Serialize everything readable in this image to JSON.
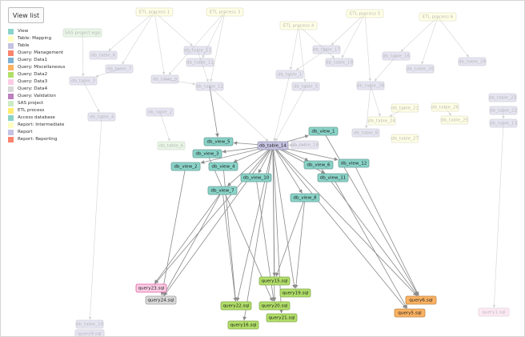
{
  "toolbar": {
    "view_list_label": "View list"
  },
  "colors": {
    "view": "#8ad3c8",
    "mapping": "#ffffc2",
    "table": "#c5c3e1",
    "management": "#fa836d",
    "data1": "#7eb0d4",
    "misc": "#fbb262",
    "data2": "#b1de68",
    "data3": "#fbcde5",
    "data4": "#d8d8d8",
    "validation": "#bb80bd",
    "sas": "#cdebc5",
    "etl": "#ffec6e",
    "access": "#8ad3c8",
    "intermediate": "#ffffc2",
    "report": "#c5c3e1",
    "reporting": "#fa836d"
  },
  "legend": [
    {
      "label": "View",
      "color": "#8ad3c8"
    },
    {
      "label": "Table: Mapping",
      "color": "#ffffc2"
    },
    {
      "label": "Table",
      "color": "#c5c3e1"
    },
    {
      "label": "Query: Management",
      "color": "#fa836d"
    },
    {
      "label": "Query: Data1",
      "color": "#7eb0d4"
    },
    {
      "label": "Query: Miscellaneous",
      "color": "#fbb262"
    },
    {
      "label": "Query: Data2",
      "color": "#b1de68"
    },
    {
      "label": "Query: Data3",
      "color": "#fbcde5"
    },
    {
      "label": "Query: Data4",
      "color": "#d8d8d8"
    },
    {
      "label": "Query: Validation",
      "color": "#bb80bd"
    },
    {
      "label": "SAS project",
      "color": "#cdebc5"
    },
    {
      "label": "ETL process",
      "color": "#ffec6e"
    },
    {
      "label": "Access database",
      "color": "#8ad3c8"
    },
    {
      "label": "Report: Intermediate",
      "color": "#ffffc2"
    },
    {
      "label": "Report",
      "color": "#c5c3e1"
    },
    {
      "label": "Report: Reporting",
      "color": "#fa836d"
    }
  ],
  "nodes": {
    "etl1": "ETL process 1",
    "etl3": "ETL process 3",
    "etl4": "ETL process 4",
    "etl5": "ETL process 5",
    "etl6": "ETL process 6",
    "sas": "SAS project.egp",
    "t6": "db_table_6",
    "t7": "db_table_7",
    "t11": "db_table_11",
    "t17": "db_table_17",
    "t16": "db_table_16",
    "t29": "db_table_29",
    "t11b": "db_table_11",
    "t3": "db_table_3",
    "t19": "db_table_19",
    "t20": "db_table_20",
    "t1": "db_table_1",
    "t9": "db_table_9",
    "t5": "db_table_5",
    "t12": "db_table_12",
    "t15": "db_table_15",
    "t28": "db_table_28",
    "t23": "db_table_23",
    "t4": "db_table_4",
    "t21": "db_table_21",
    "t26": "db_table_26",
    "t22": "db_table_22",
    "t2": "db_table_2",
    "t24": "db_table_24",
    "t25": "db_table_25",
    "t8": "db_table_8",
    "t27": "db_table_27",
    "t14": "db_table_14",
    "t13": "db_table_13",
    "t18": "db_table_18",
    "t10": "db_table_10",
    "t6b": "db_table_6",
    "v5": "db_view_5",
    "v1": "db_view_1",
    "v3": "db_view_3",
    "v2": "db_view_2",
    "v4": "db_view_4",
    "v6": "db_view_6",
    "v12": "db_view_12",
    "v11": "db_view_11",
    "v10": "db_view_10",
    "v7": "db_view_7",
    "v8": "db_view_8",
    "q23": "query23.sql",
    "q24": "query24.sql",
    "q15": "query15.sql",
    "q19": "query19.sql",
    "q22": "query22.sql",
    "q20": "query20.sql",
    "q6": "query6.sql",
    "q5": "query5.sql",
    "q21": "query21.sql",
    "q16": "query16.sql",
    "q1": "query1.sql",
    "qx": "query9.sql"
  }
}
